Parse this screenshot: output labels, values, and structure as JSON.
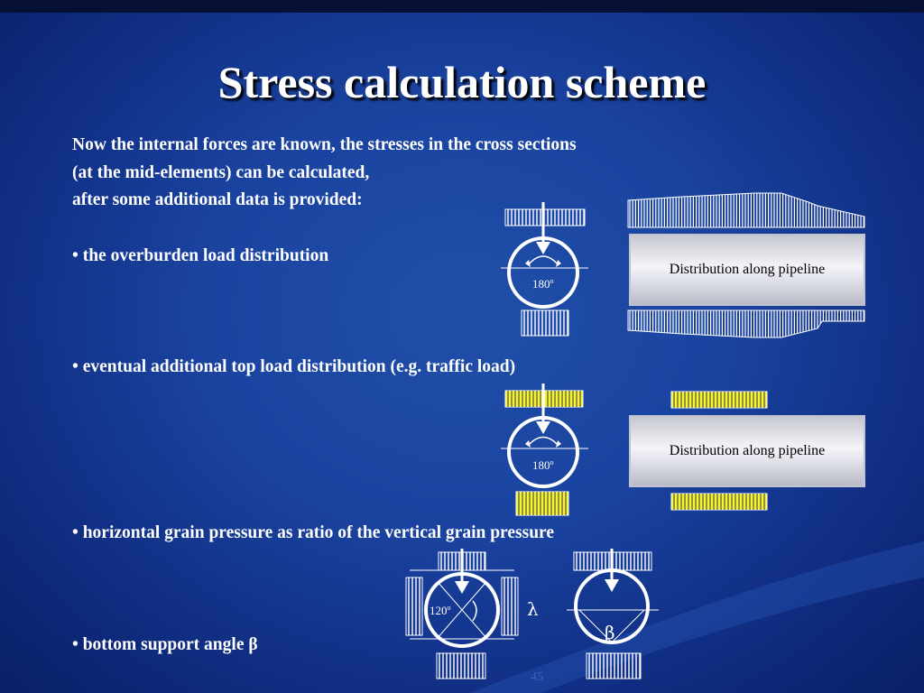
{
  "slide": {
    "title": "Stress calculation scheme",
    "intro_lines": [
      "Now the internal forces are known, the stresses in the cross sections",
      "(at the mid-elements) can be calculated,",
      "after some additional data is provided:"
    ],
    "bullets": [
      "• the overburden load distribution",
      "• eventual additional top load distribution (e.g. traffic load)",
      "• horizontal grain pressure as ratio of  the vertical grain pressure",
      "• bottom support angle β"
    ],
    "page_number": "45"
  },
  "diagrams": {
    "angle_180": "180",
    "angle_120": "120",
    "degree_mark": "o",
    "distribution_label": "Distribution along pipeline",
    "lambda_symbol": "λ",
    "beta_symbol": "β",
    "traffic_fill_color": "#f4f43a",
    "pipe_box_fill": "#d9dae2"
  }
}
